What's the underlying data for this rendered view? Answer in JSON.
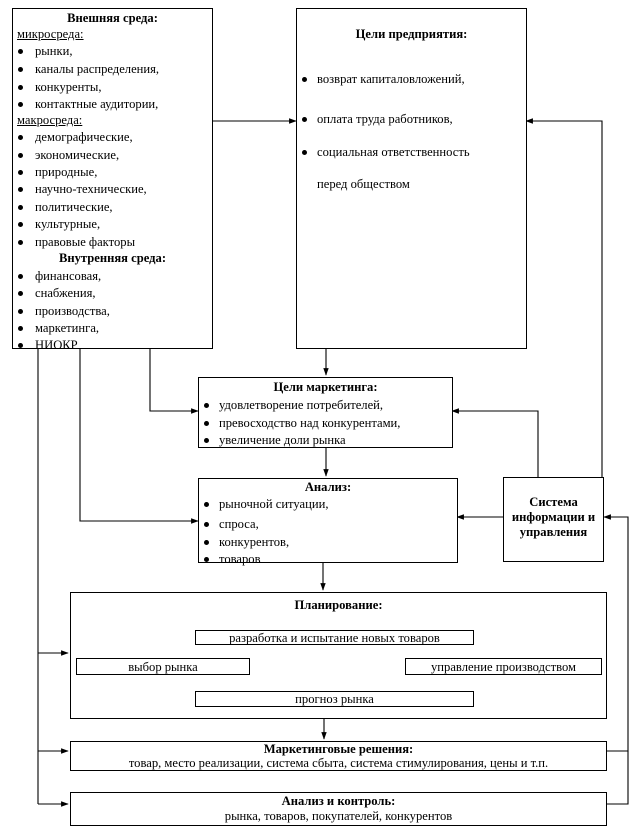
{
  "external": {
    "title": "Внешняя среда:",
    "micro_label": "микросреда:",
    "micro_items": [
      "рынки,",
      "каналы распределения,",
      "конкуренты,",
      "контактные аудитории,"
    ],
    "macro_label": "макросреда:",
    "macro_items": [
      "демографические,",
      "экономические,",
      "природные,",
      "научно-технические,",
      "политические,",
      "культурные,",
      "правовые факторы"
    ],
    "internal_title": "Внутренняя среда:",
    "internal_items": [
      "финансовая,",
      "снабжения,",
      "производства,",
      "маркетинга,",
      "НИОКР"
    ]
  },
  "enterprise_goals": {
    "title": "Цели предприятия:",
    "items": [
      "возврат капиталовложений,",
      "оплата труда работников,",
      "социальная ответственность"
    ],
    "continuation": "перед обществом"
  },
  "marketing_goals": {
    "title": "Цели маркетинга:",
    "items": [
      "удовлетворение потребителей,",
      "превосходство над конкурентами,",
      "увеличение доли рынка"
    ]
  },
  "analysis": {
    "title": "Анализ:",
    "items": [
      "рыночной ситуации,",
      "спроса,",
      "конкурентов,",
      "товаров"
    ]
  },
  "info_system": {
    "lines": [
      "Система",
      "информации и",
      "управления"
    ]
  },
  "planning": {
    "title": "Планирование:",
    "new_products": "разработка и испытание новых товаров",
    "market_choice": "выбор рынка",
    "production_mgmt": "управление производством",
    "market_forecast": "прогноз рынка"
  },
  "decisions": {
    "title": "Маркетинговые решения:",
    "subtitle": "товар, место реализации, система сбыта,  система стимулирования, цены и т.п."
  },
  "control": {
    "title": "Анализ и контроль:",
    "subtitle": "рынка, товаров, покупателей, конкурентов"
  }
}
